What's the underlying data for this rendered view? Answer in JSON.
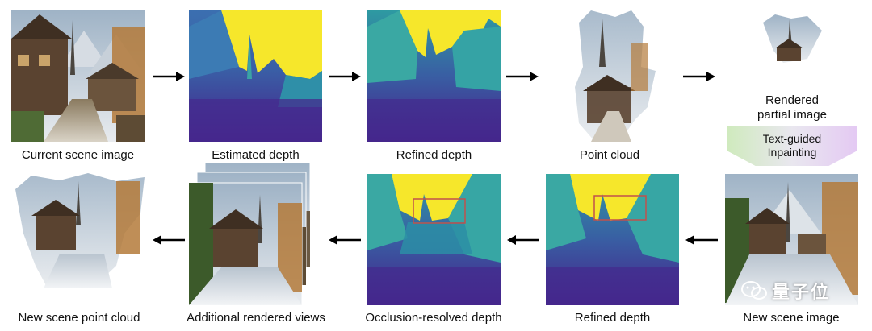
{
  "labels": {
    "current_scene_image": "Current scene image",
    "estimated_depth": "Estimated depth",
    "refined_depth_top": "Refined depth",
    "point_cloud": "Point cloud",
    "rendered_partial_line1": "Rendered",
    "rendered_partial_line2": "partial image",
    "inpainting_line1": "Text-guided",
    "inpainting_line2": "Inpainting",
    "new_scene_image": "New scene image",
    "refined_depth_bottom": "Refined depth",
    "occlusion_resolved_depth": "Occlusion-resolved depth",
    "additional_rendered_views": "Additional rendered views",
    "new_scene_point_cloud": "New scene point cloud"
  },
  "watermark": {
    "text": "量子位"
  },
  "colors": {
    "depth_far": "#f6e72b",
    "depth_mid": "#3fb4a0",
    "depth_near": "#45208a",
    "highlight_box": "#c0504d",
    "inpaint_left": "#cfeabd",
    "inpaint_right": "#e4c9f3"
  }
}
